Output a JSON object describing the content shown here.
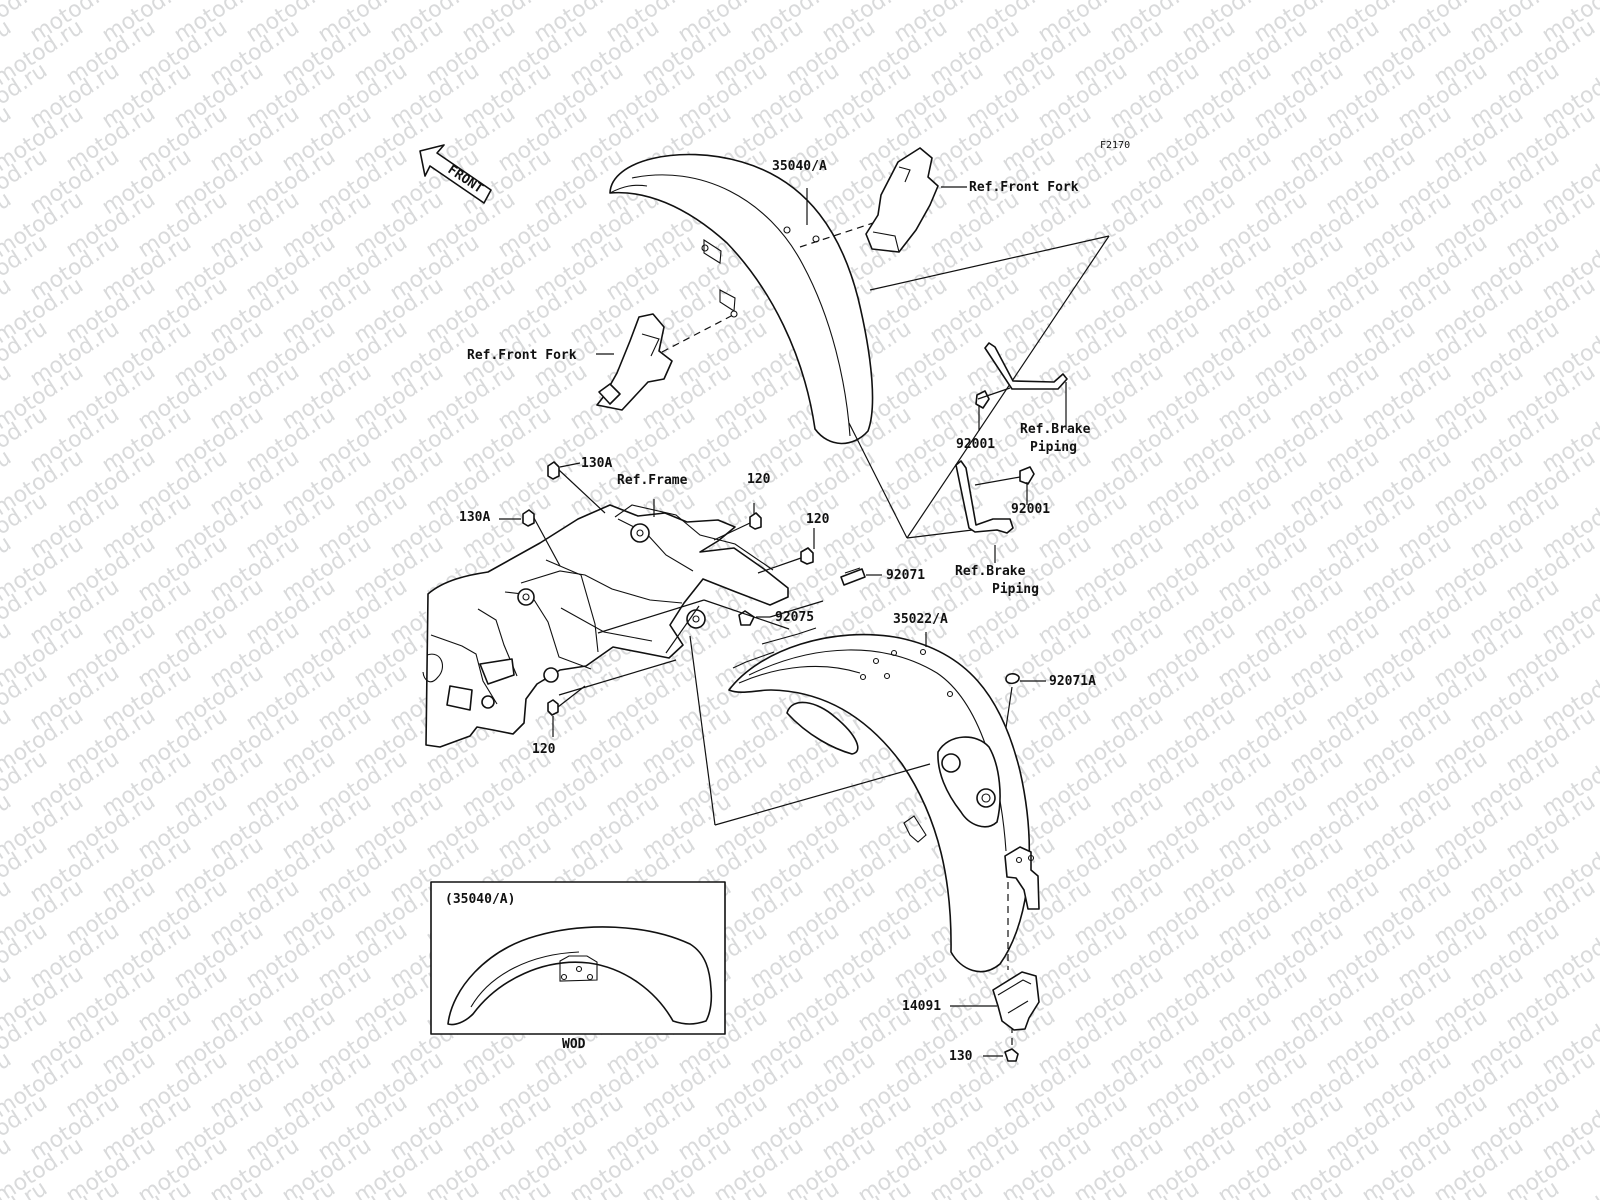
{
  "watermark": "motod.ru",
  "figure_code": "F2170",
  "front_arrow": "FRONT",
  "labels": {
    "front_fender_part": "35040/A",
    "ref_front_fork_right": "Ref.Front Fork",
    "ref_front_fork_left": "Ref.Front Fork",
    "brake_piping_upper_1": "Ref.Brake",
    "brake_piping_upper_2": "Piping",
    "bolt_upper": "92001",
    "bolt_lower": "92001",
    "brake_piping_lower_1": "Ref.Brake",
    "brake_piping_lower_2": "Piping",
    "bolt_130a_top": "130A",
    "ref_frame": "Ref.Frame",
    "bolt_120_top": "120",
    "bolt_130a_left": "130A",
    "bolt_120_mid": "120",
    "part_92071": "92071",
    "part_92075": "92075",
    "rear_fender_part": "35022/A",
    "part_92071a": "92071A",
    "bolt_120_bottom": "120",
    "guard_14091": "14091",
    "bolt_130_bottom": "130",
    "inset_title": "(35040/A)",
    "inset_caption": "WOD"
  },
  "colors": {
    "line": "#111111",
    "watermark": "#d9dadb",
    "background": "#ffffff"
  }
}
